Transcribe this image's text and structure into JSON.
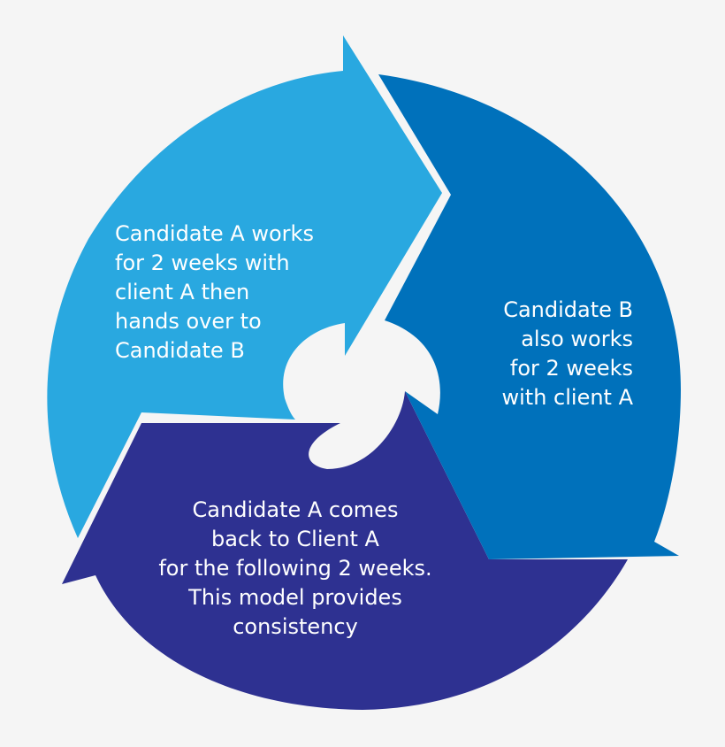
{
  "segments": [
    {
      "id": "candidate-a-works",
      "color": "#29a8e0",
      "lines": [
        "Candidate A works",
        "for 2 weeks with",
        "client A then",
        "hands over to",
        "Candidate B"
      ]
    },
    {
      "id": "candidate-b-works",
      "color": "#0071bb",
      "lines": [
        "Candidate B",
        "also works",
        "for 2 weeks",
        "with client A"
      ]
    },
    {
      "id": "candidate-a-returns",
      "color": "#2e3191",
      "lines": [
        "Candidate A comes",
        "back to Client A",
        "for the following 2 weeks.",
        "This model provides",
        "consistency"
      ]
    }
  ],
  "colors": {
    "background": "#f5f5f5",
    "text": "#ffffff"
  }
}
